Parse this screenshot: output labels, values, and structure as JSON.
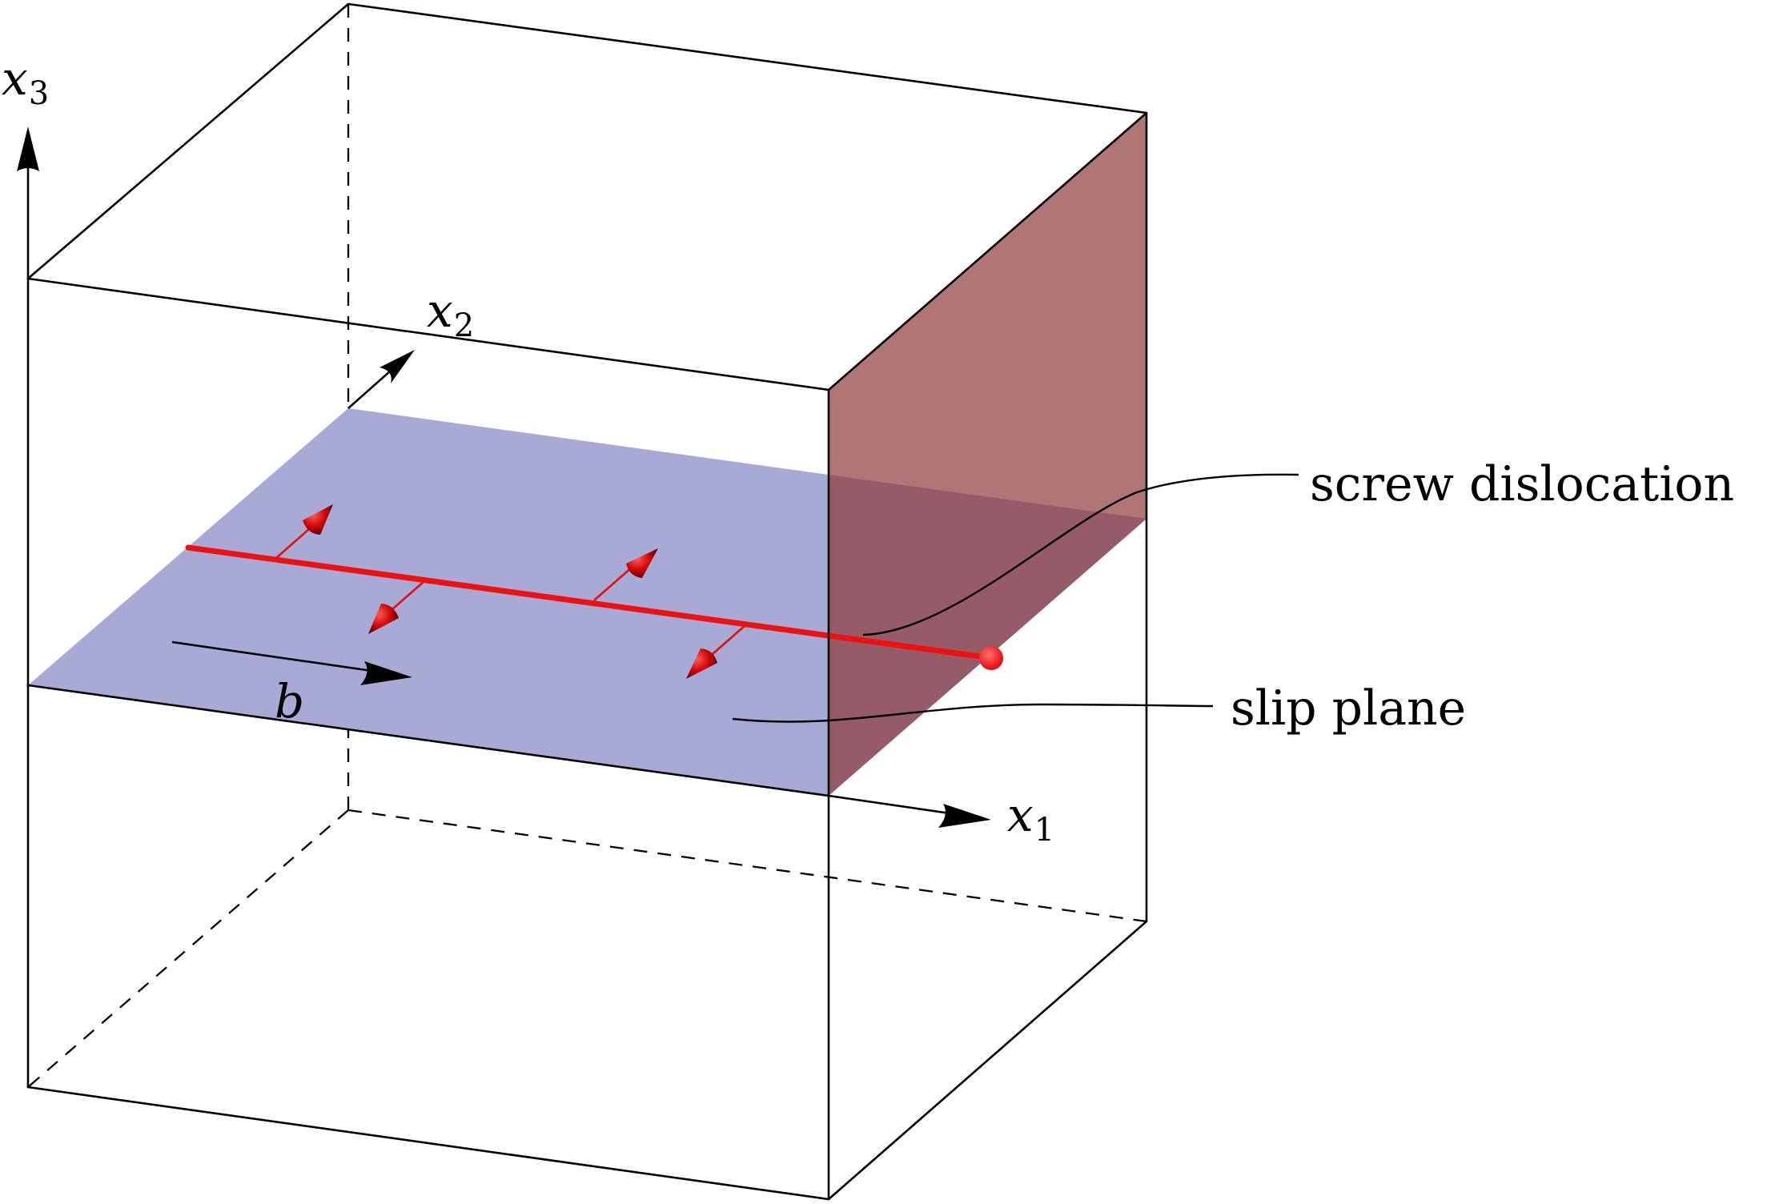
{
  "labels": {
    "x3": {
      "var": "x",
      "sub": "3"
    },
    "x2": {
      "var": "x",
      "sub": "2"
    },
    "x1": {
      "var": "x",
      "sub": "1"
    },
    "b": "b",
    "screw_dislocation": "screw dislocation",
    "slip_plane": "slip plane"
  },
  "colors": {
    "edges": "#000000",
    "slip_plane_fill": "#a8a9d5",
    "cut_face_fill": "#8e3a3a",
    "cut_face_opacity": 0.7,
    "dislocation_line": "#ee1111",
    "burgers_label": "#1a1a4a"
  }
}
